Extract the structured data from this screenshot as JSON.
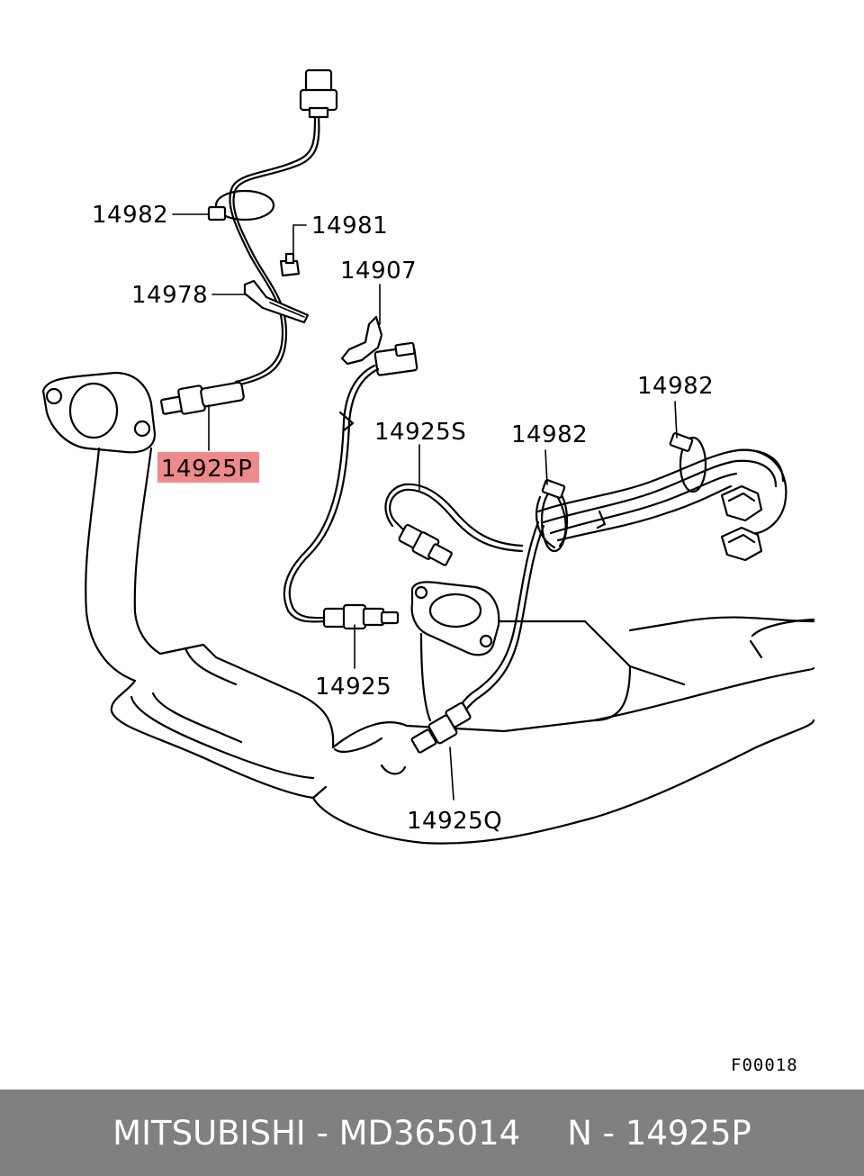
{
  "diagram": {
    "callouts": {
      "part_14982_top": "14982",
      "part_14981": "14981",
      "part_14907": "14907",
      "part_14978": "14978",
      "part_14925P": "14925P",
      "part_14925S": "14925S",
      "part_14982_mid": "14982",
      "part_14982_right": "14982",
      "part_14925": "14925",
      "part_14925Q": "14925Q"
    },
    "highlight_color": "#f08a8a",
    "figure_code": "F00018"
  },
  "footer": {
    "brand_part": "MITSUBISHI - MD365014",
    "ref_part": "N - 14925P",
    "background": "#808080"
  }
}
